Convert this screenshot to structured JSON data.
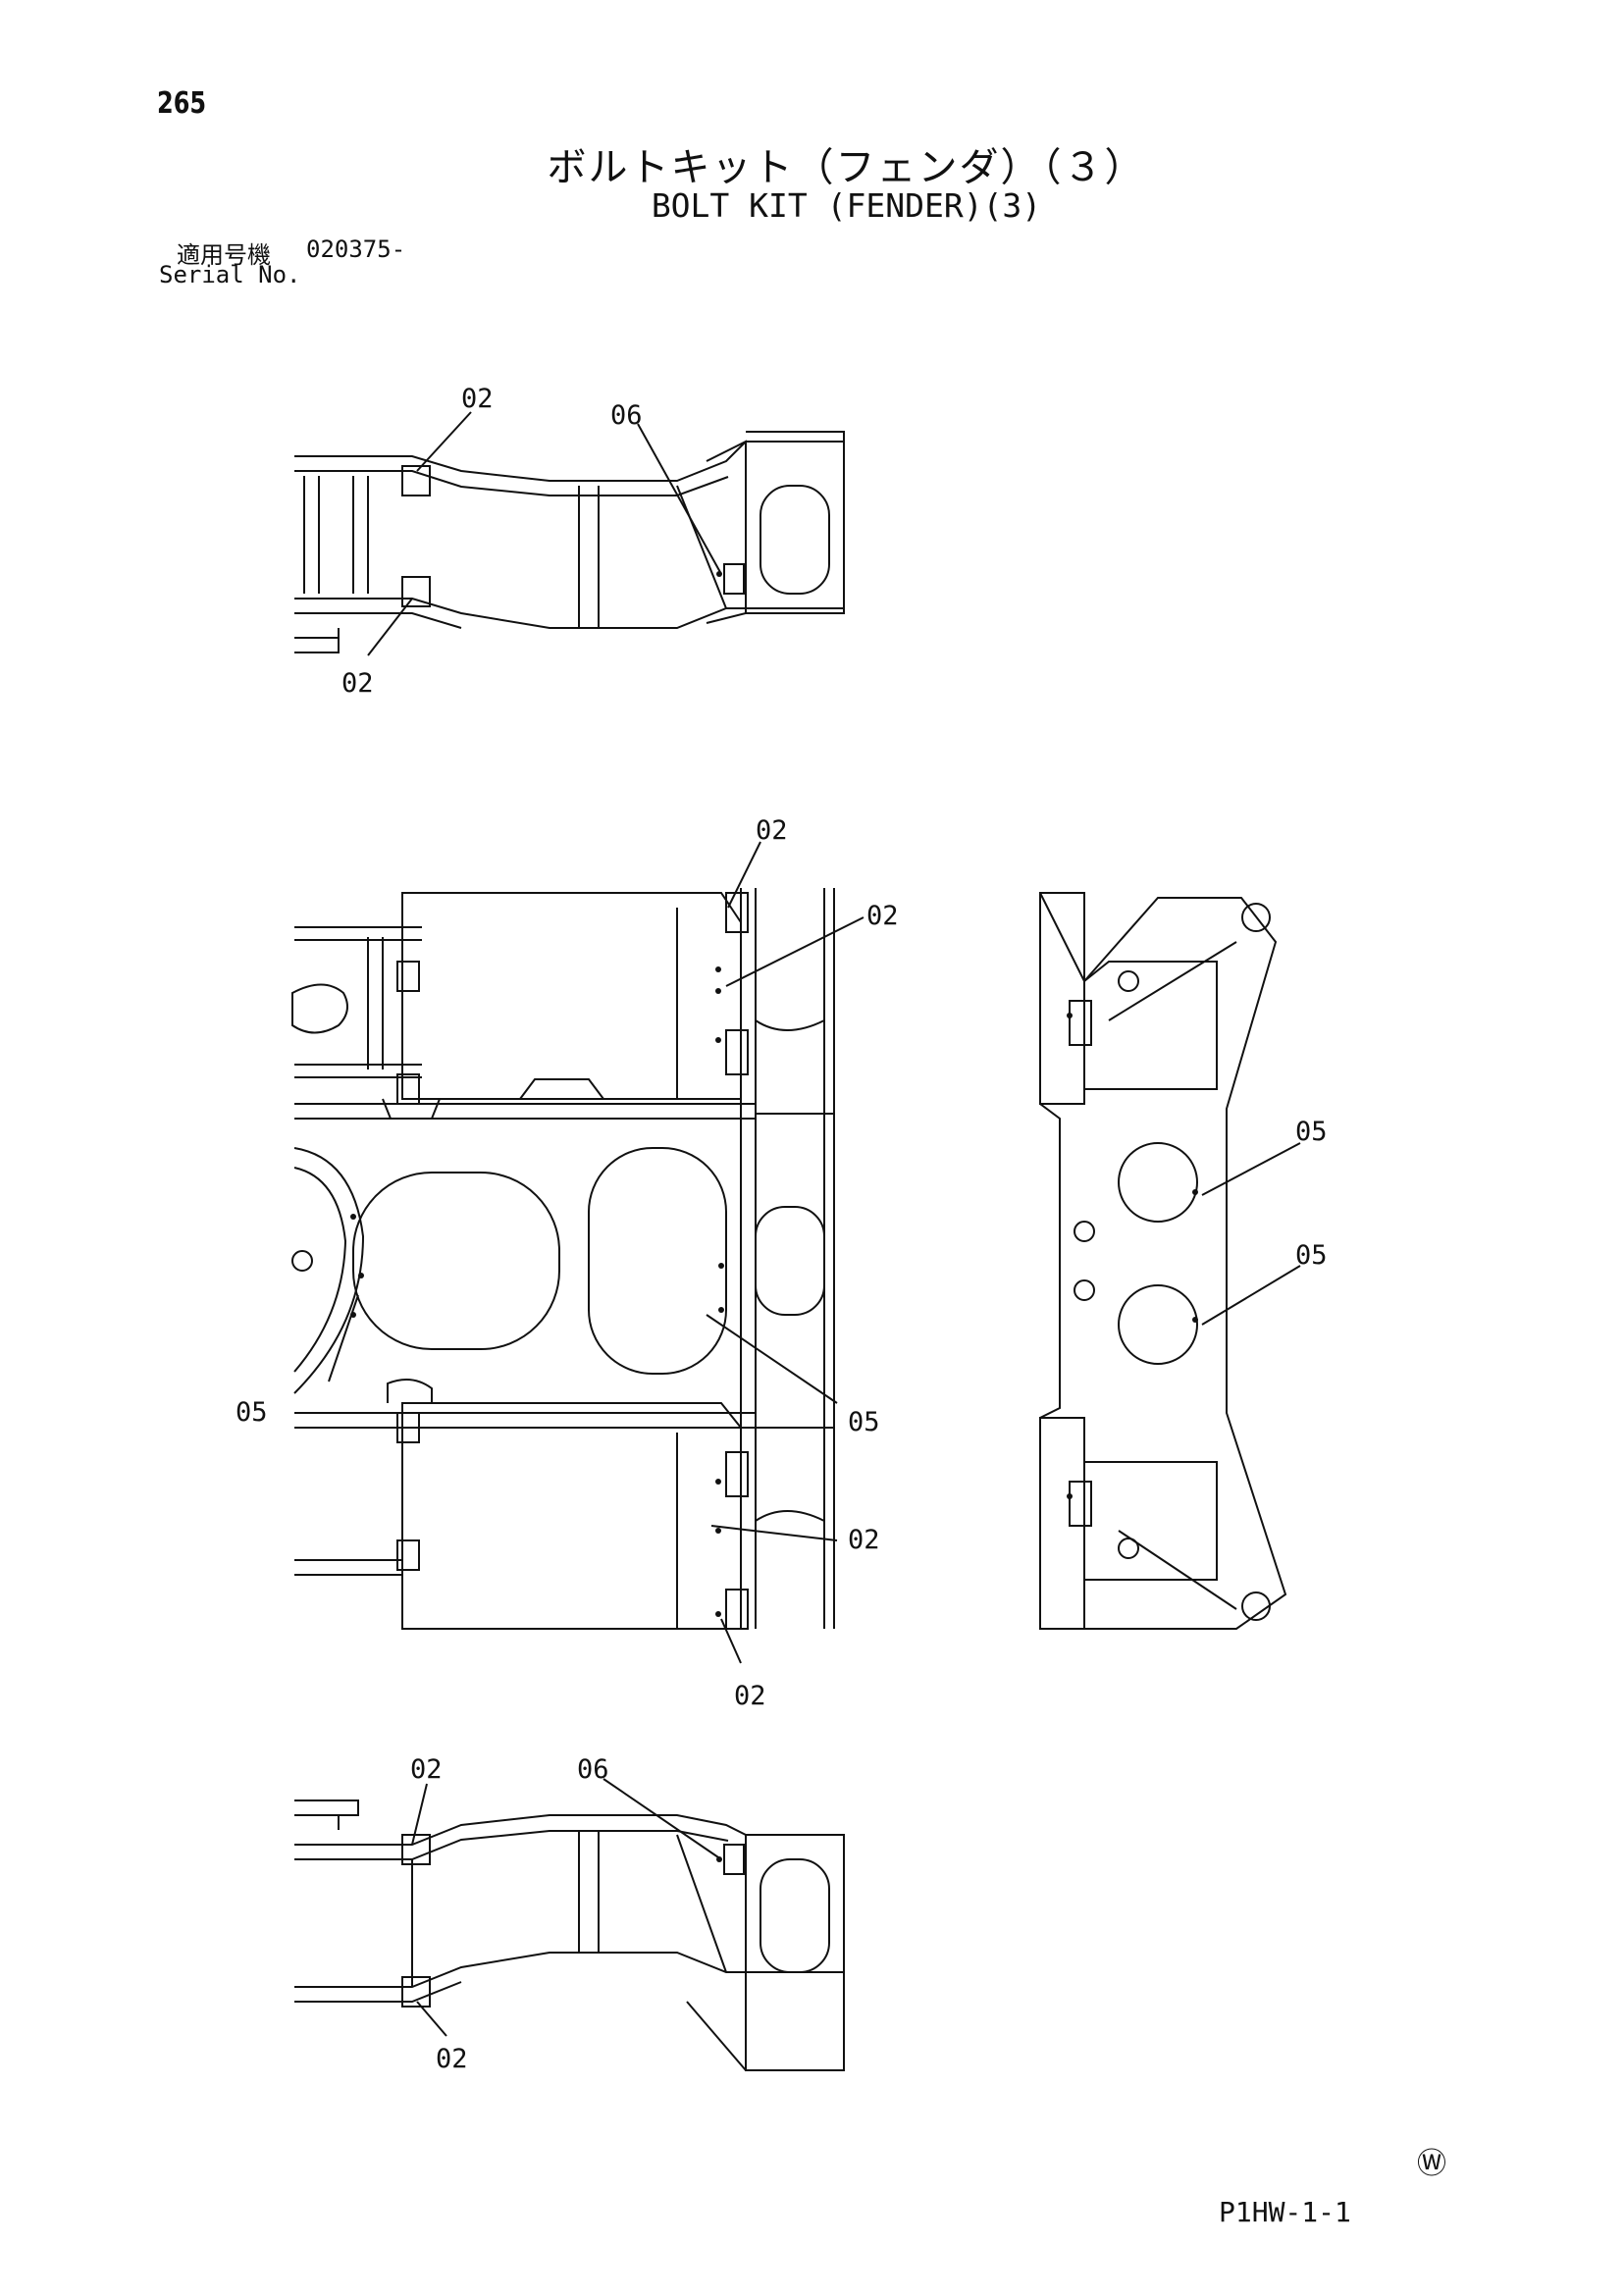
{
  "page_number": "265",
  "title_jp": "ボルトキット（フェンダ）（３）",
  "title_en": "BOLT KIT (FENDER)(3)",
  "serial": {
    "label_jp": "適用号機",
    "value": "020375-",
    "label_en": "Serial No."
  },
  "callouts": {
    "top_02_upper": "02",
    "top_06": "06",
    "top_02_lower": "02",
    "mid_02_a": "02",
    "mid_02_b": "02",
    "side_05_a": "05",
    "side_05_b": "05",
    "mid_05_left": "05",
    "mid_05_right": "05",
    "mid_02_c": "02",
    "mid_02_d": "02",
    "bot_02_upper": "02",
    "bot_06": "06",
    "bot_02_lower": "02"
  },
  "footer": {
    "mark": "Ⓦ",
    "code": "P1HW-1-1"
  },
  "colors": {
    "ink": "#111111",
    "paper": "#ffffff"
  }
}
